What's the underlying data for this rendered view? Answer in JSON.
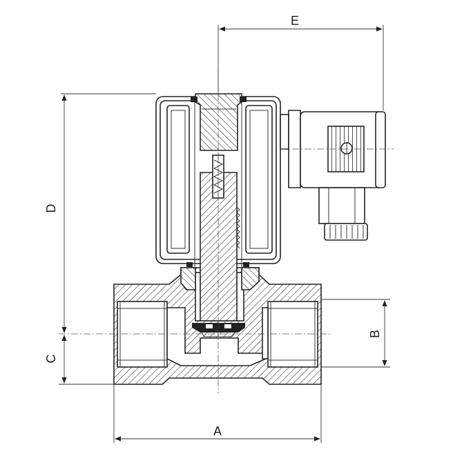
{
  "diagram": {
    "dimensions": {
      "A": "A",
      "B": "B",
      "C": "C",
      "D": "D",
      "E": "E"
    },
    "colors": {
      "line": "#222222",
      "background": "#ffffff"
    }
  }
}
